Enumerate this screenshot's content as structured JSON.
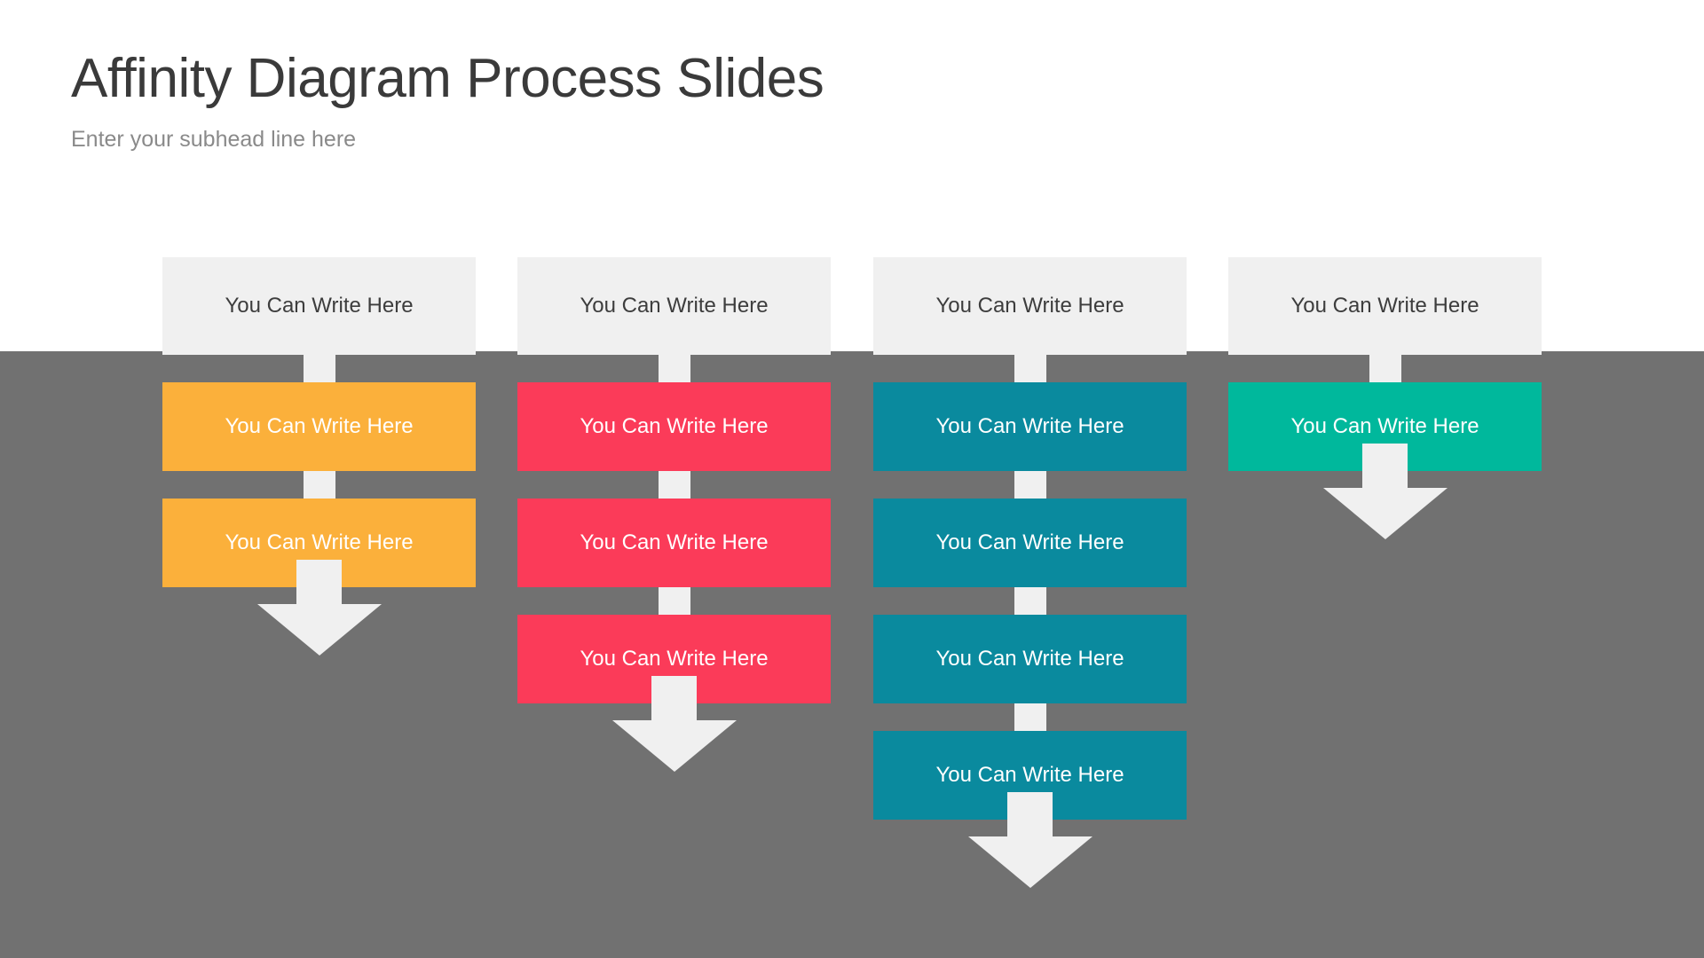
{
  "slide": {
    "title": "Affinity Diagram Process Slides",
    "subhead": "Enter your subhead line here",
    "background_top": "#ffffff",
    "background_bottom": "#717171",
    "connector_color": "#f0f0f0"
  },
  "chart_data": {
    "type": "diagram",
    "diagram_kind": "affinity-diagram-process",
    "title": "Affinity Diagram Process Slides",
    "subtitle": "Enter your subhead line here",
    "columns": [
      {
        "index": 1,
        "color": "#FBB03B",
        "header": {
          "label": "You Can Write Here",
          "color": "#f0f0f0",
          "text_color": "#3d3d3d"
        },
        "nodes": [
          {
            "label": "You Can Write Here"
          },
          {
            "label": "You Can Write Here"
          }
        ],
        "node_count": 2,
        "has_arrow": true
      },
      {
        "index": 2,
        "color": "#FB3B59",
        "header": {
          "label": "You Can Write Here",
          "color": "#f0f0f0",
          "text_color": "#3d3d3d"
        },
        "nodes": [
          {
            "label": "You Can Write Here"
          },
          {
            "label": "You Can Write Here"
          },
          {
            "label": "You Can Write Here"
          }
        ],
        "node_count": 3,
        "has_arrow": true
      },
      {
        "index": 3,
        "color": "#0A8A9E",
        "header": {
          "label": "You Can Write Here",
          "color": "#f0f0f0",
          "text_color": "#3d3d3d"
        },
        "nodes": [
          {
            "label": "You Can Write Here"
          },
          {
            "label": "You Can Write Here"
          },
          {
            "label": "You Can Write Here"
          },
          {
            "label": "You Can Write Here"
          }
        ],
        "node_count": 4,
        "has_arrow": true
      },
      {
        "index": 4,
        "color": "#00B89C",
        "header": {
          "label": "You Can Write Here",
          "color": "#f0f0f0",
          "text_color": "#3d3d3d"
        },
        "nodes": [
          {
            "label": "You Can Write Here"
          }
        ],
        "node_count": 1,
        "has_arrow": true
      }
    ]
  }
}
